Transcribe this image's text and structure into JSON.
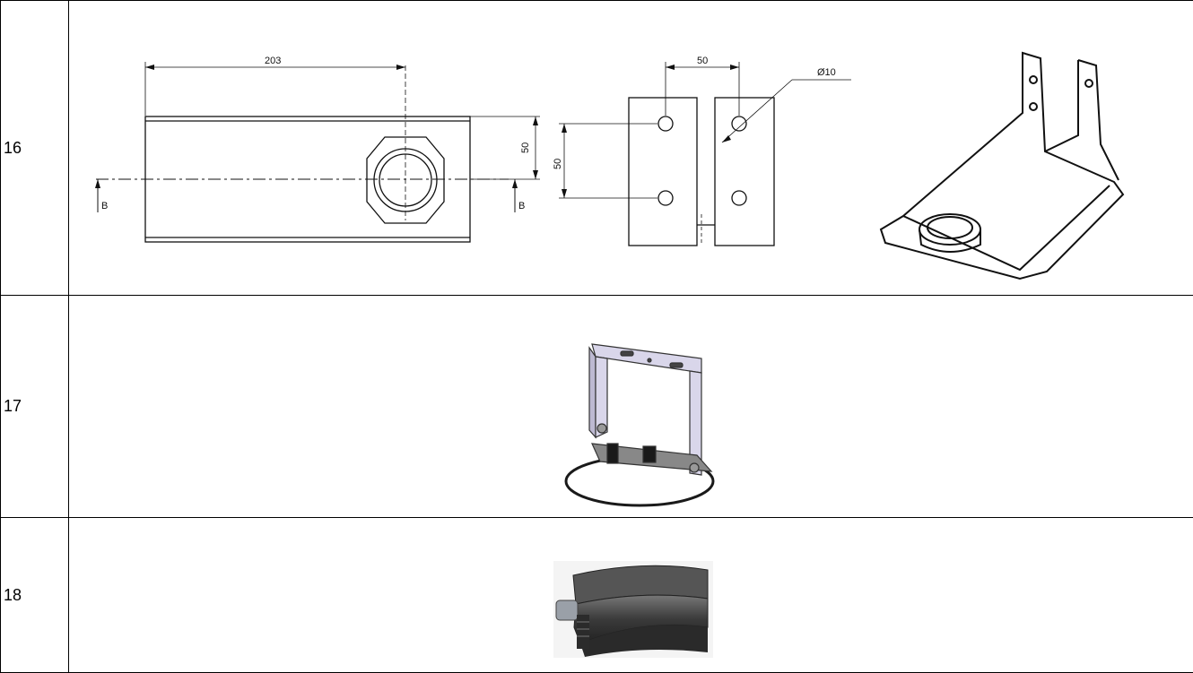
{
  "rows": [
    {
      "number": "16",
      "drawing": {
        "top_width_dim": "203",
        "top_height_dim": "50",
        "section_left": "B",
        "section_right": "B",
        "front_width_dim": "50",
        "front_height_dim": "50",
        "hole_diameter": "Ø10"
      }
    },
    {
      "number": "17"
    },
    {
      "number": "18"
    }
  ],
  "colors": {
    "line": "#111111",
    "bracket_metal": "#d9d6ea",
    "ring_dark": "#444444",
    "band": "#1a1a1a"
  }
}
